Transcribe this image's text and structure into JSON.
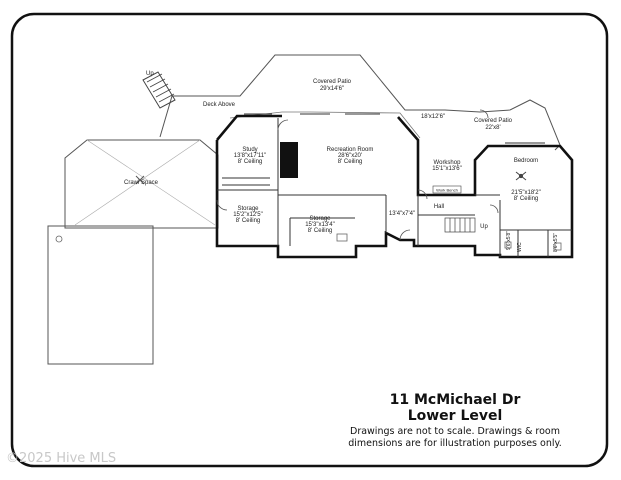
{
  "plan": {
    "up_label": "Up",
    "deck_above": "Deck Above",
    "crawl_space": "Crawl Space",
    "covered_patio_1": {
      "name": "Covered Patio",
      "dims": "29'x14'6\""
    },
    "covered_patio_2": {
      "name": "Covered Patio",
      "dims": "22'x8'"
    },
    "patio_dim": "18'x12'6\"",
    "study": {
      "name": "Study",
      "dims": "13'8\"x17'11\"",
      "ceiling": "8' Ceiling"
    },
    "recreation": {
      "name": "Recreation Room",
      "dims": "28'6\"x20'",
      "ceiling": "8' Ceiling"
    },
    "workshop": {
      "name": "Workshop",
      "dims": "15'1\"x13'6\""
    },
    "bedroom": {
      "name": "Bedroom",
      "dims": "21'5\"x18'2\"",
      "ceiling": "8' Ceiling"
    },
    "storage_1": {
      "name": "Storage",
      "dims": "15'2\"x12'5\"",
      "ceiling": "8' Ceiling"
    },
    "storage_2": {
      "name": "Storage",
      "dims": "15'3\"x13'4\"",
      "ceiling": "8' Ceiling"
    },
    "hall": "Hall",
    "small_room_dim": "13'4\"x7'4\"",
    "work_bench": "Work Bench",
    "bath_dim": "9'6\"x5'8\"",
    "wic_label": "WIC",
    "closet_dim": "8'6\"x5'5\"",
    "stair_up": "Up"
  },
  "caption": {
    "address": "11 McMichael Dr",
    "level": "Lower Level",
    "note": "Drawings are not to scale. Drawings & room dimensions are for illustration purposes only."
  },
  "watermark": "©2025 Hive MLS"
}
